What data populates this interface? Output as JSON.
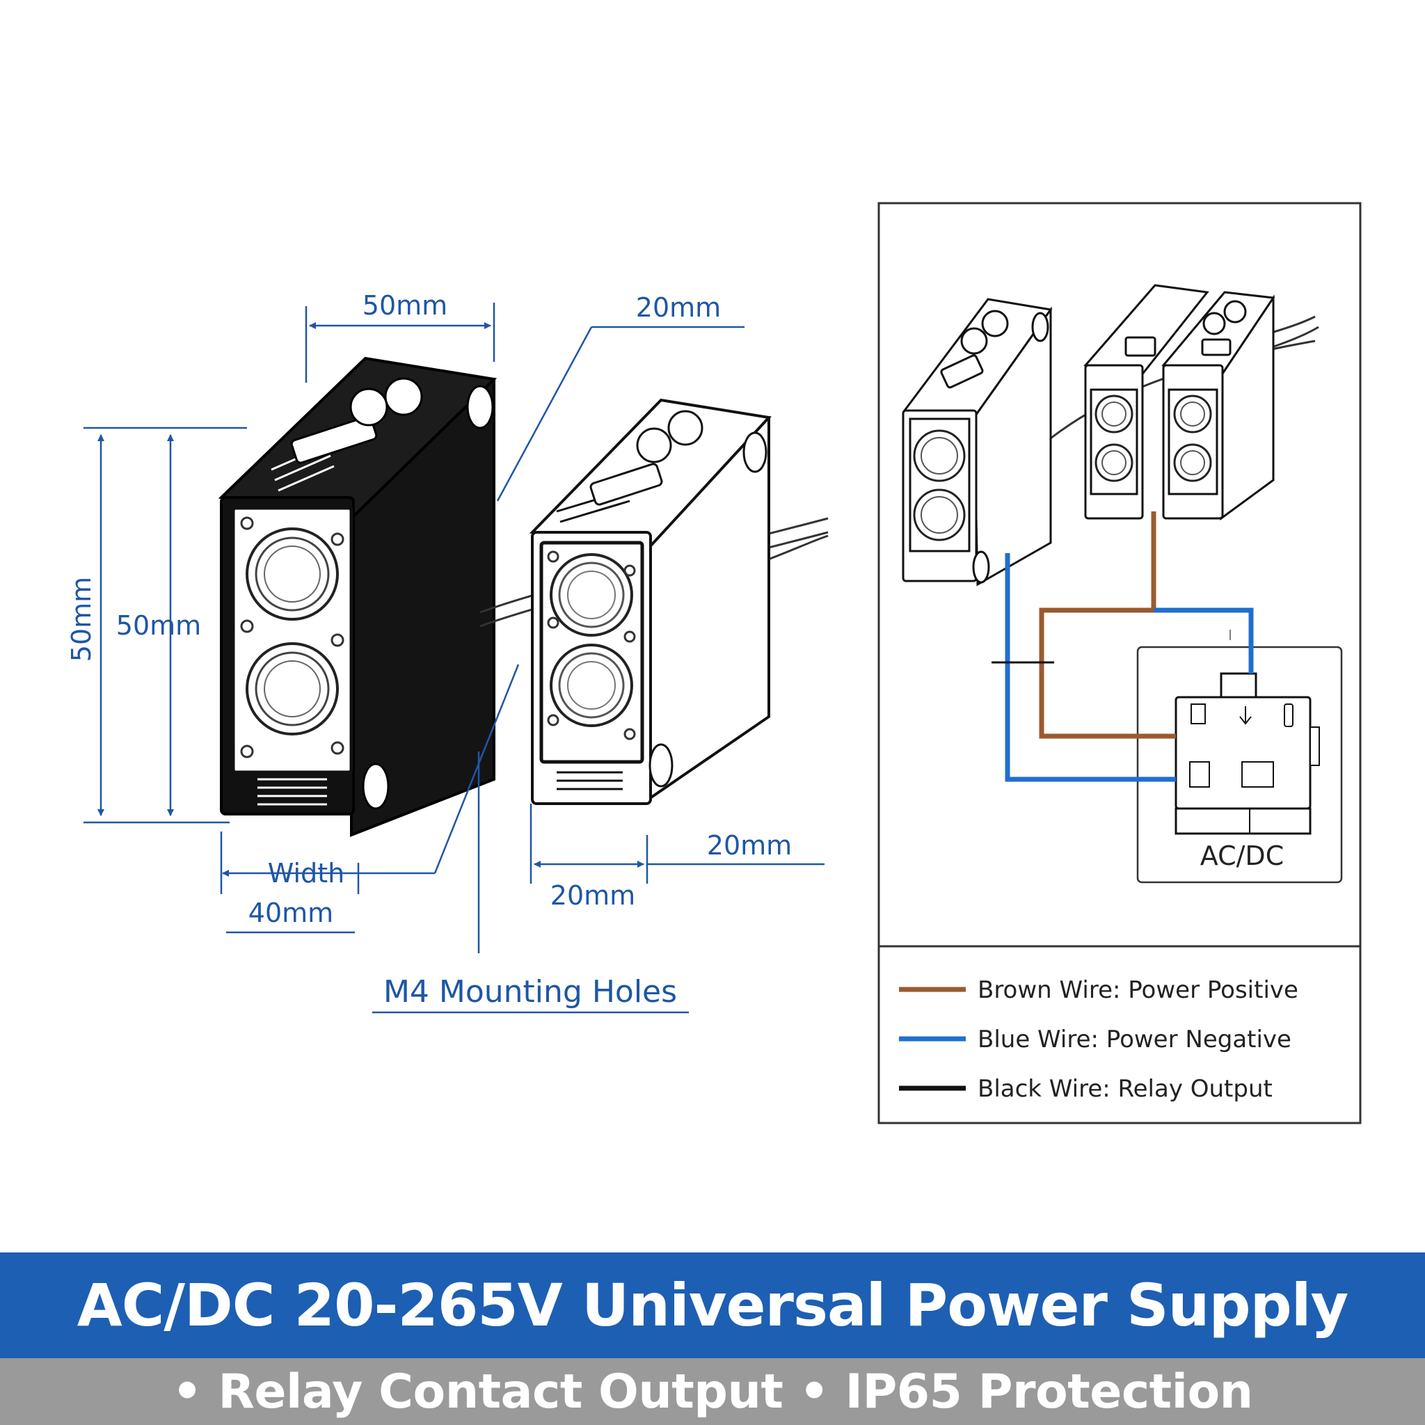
{
  "dimensions": {
    "top_width": "50mm",
    "depth_top": "20mm",
    "height_outer": "50mm",
    "height_inner": "50mm",
    "width_word": "Width",
    "bottom_width": "40mm",
    "thickness_bottom": "20mm",
    "depth_right": "20mm"
  },
  "mounting_label": "M4 Mounting Holes",
  "power_box_label": "AC/DC",
  "legend": [
    {
      "label": "Brown Wire: Power Positive",
      "color": "#9b5a2e"
    },
    {
      "label": "Blue Wire: Power Negative",
      "color": "#1e6fd0"
    },
    {
      "label": "Black Wire: Relay Output",
      "color": "#111111"
    }
  ],
  "banner": {
    "title": "AC/DC 20-265V Universal Power Supply",
    "subtitle": "• Relay Contact Output • IP65 Protection"
  },
  "colors": {
    "accent_blue": "#1f56a5",
    "banner_blue": "#1d5fb3",
    "banner_gray": "#9a9a9a"
  }
}
